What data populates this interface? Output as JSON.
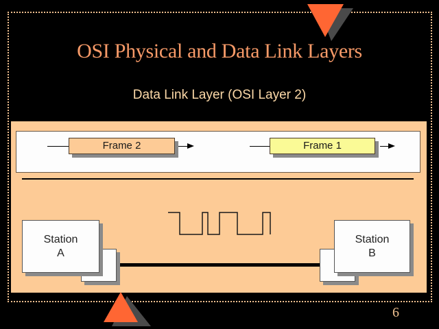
{
  "slide": {
    "title": "OSI Physical and Data Link Layers",
    "subtitle": "Data Link Layer (OSI Layer 2)",
    "page_number": "6"
  },
  "frames": [
    {
      "label": "Frame 2",
      "color": "#fdcb96"
    },
    {
      "label": "Frame 1",
      "color": "#fafa96"
    }
  ],
  "stations": [
    {
      "line1": "Station",
      "line2": "A"
    },
    {
      "line1": "Station",
      "line2": "B"
    }
  ],
  "signal": {
    "bits_description": "square-wave digital signal",
    "levels": [
      1,
      0,
      0,
      1,
      0,
      1,
      1,
      0,
      0,
      1
    ]
  },
  "colors": {
    "accent": "#ff6633",
    "title": "#f79a68",
    "subtitle": "#fcd9a8",
    "panel": "#fdcb96",
    "frame1": "#fafa96",
    "frame2": "#fdcb96",
    "border_dots": "#f0c090"
  }
}
